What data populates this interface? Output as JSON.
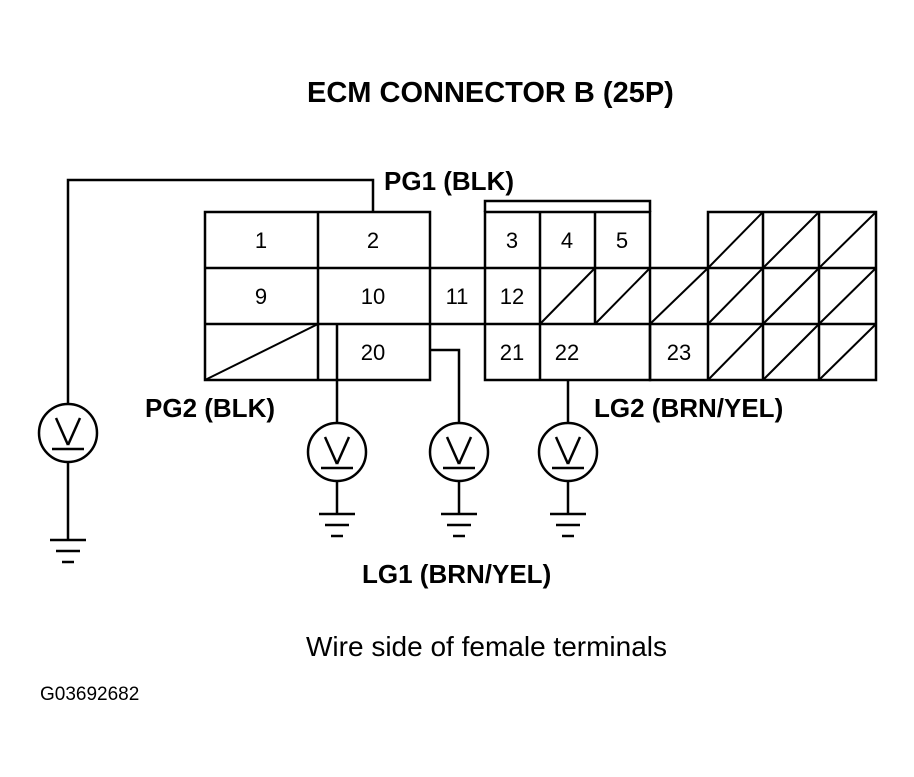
{
  "title": "ECM CONNECTOR B (25P)",
  "labels": {
    "pg1": "PG1 (BLK)",
    "pg2": "PG2 (BLK)",
    "lg1": "LG1 (BRN/YEL)",
    "lg2": "LG2 (BRN/YEL)"
  },
  "caption": "Wire side of female terminals",
  "figure_code": "G03692682",
  "pins": {
    "p1": "1",
    "p2": "2",
    "p3": "3",
    "p4": "4",
    "p5": "5",
    "p9": "9",
    "p10": "10",
    "p11": "11",
    "p12": "12",
    "p20": "20",
    "p21": "21",
    "p22": "22",
    "p23": "23"
  },
  "symbols": {
    "meter": "voltmeter-icon",
    "ground": "ground-icon"
  }
}
